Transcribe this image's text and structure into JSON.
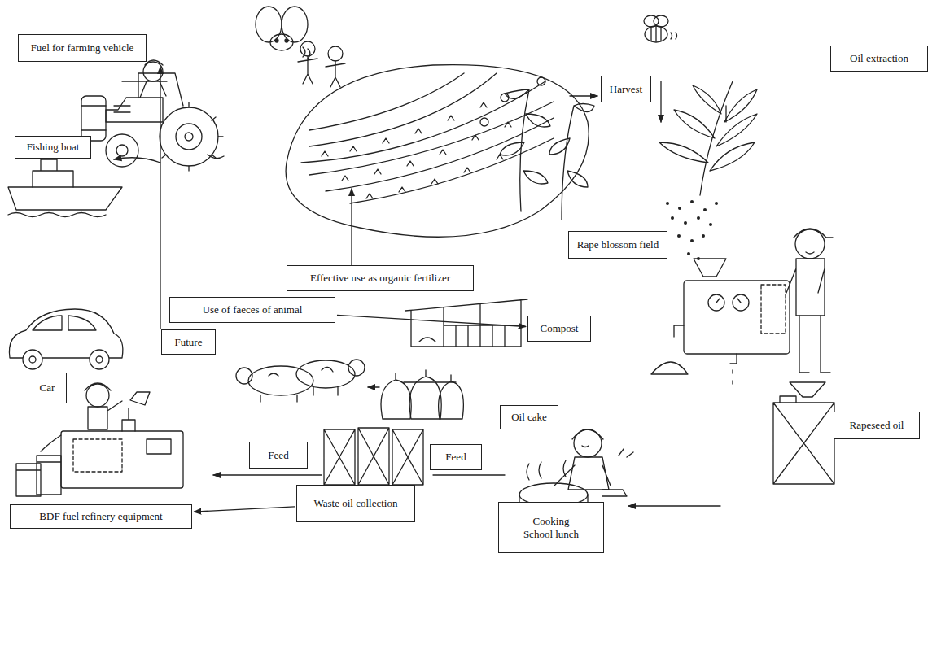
{
  "diagram": {
    "nodes": [
      {
        "text": [
          "Fuel for farming vehicle"
        ]
      },
      {
        "text": [
          "Harvest"
        ]
      },
      {
        "text": [
          "Oil extraction"
        ]
      },
      {
        "text": [
          "Fishing boat"
        ]
      },
      {
        "text": [
          "Effective use as organic fertilizer"
        ]
      },
      {
        "text": [
          "Rape blossom field"
        ]
      },
      {
        "text": [
          "Use of faeces of animal"
        ]
      },
      {
        "text": [
          "Compost"
        ]
      },
      {
        "text": [
          "Future"
        ]
      },
      {
        "text": [
          "Car"
        ]
      },
      {
        "text": [
          "Oil cake"
        ]
      },
      {
        "text": [
          "Rapeseed oil"
        ]
      },
      {
        "text": [
          "Feed"
        ]
      },
      {
        "text": [
          "Feed"
        ]
      },
      {
        "text": [
          "BDF fuel refinery equipment"
        ]
      },
      {
        "text": [
          "Waste oil collection"
        ]
      },
      {
        "text": [
          "Cooking School lunch"
        ]
      }
    ],
    "edges": [
      {
        "from": 6,
        "to": 7,
        "arrow": "to"
      },
      {
        "from": 15,
        "to": 14,
        "arrow": "to"
      }
    ]
  }
}
